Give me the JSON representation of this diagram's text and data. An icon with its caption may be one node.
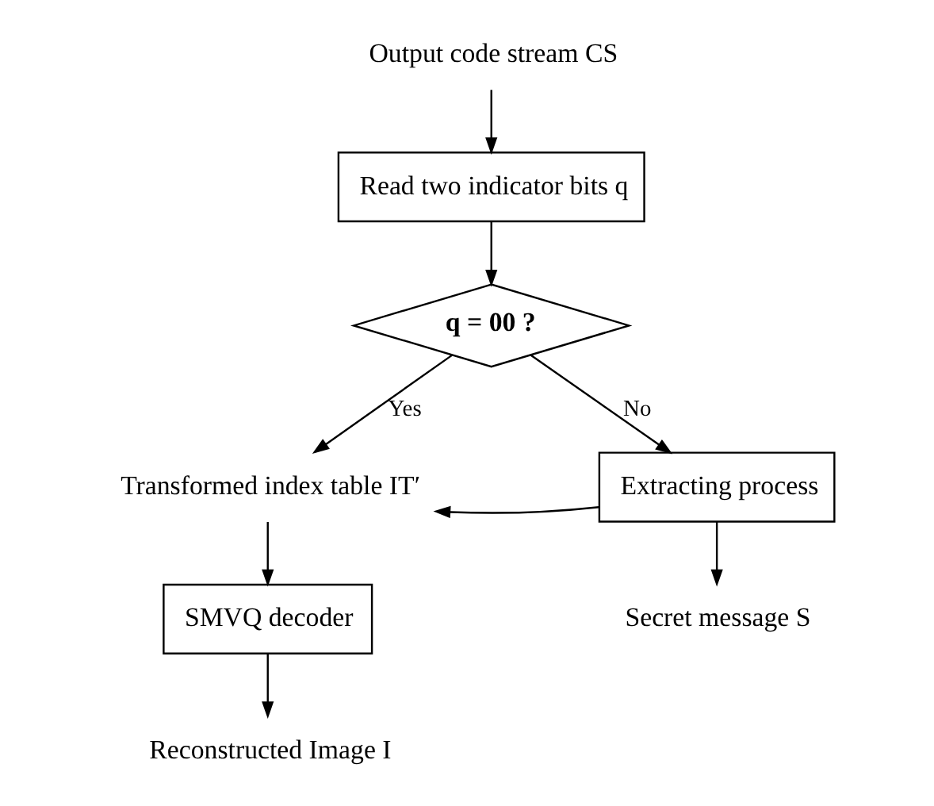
{
  "diagram": {
    "nodes": [
      {
        "text": [
          "Output code stream CS"
        ]
      },
      {
        "text": [
          "Read two indicator bits q"
        ]
      },
      {
        "text": [
          "q = 00 ?"
        ]
      },
      {
        "text": [
          "Transformed index table IT′"
        ]
      },
      {
        "text": [
          "Extracting process"
        ]
      },
      {
        "text": [
          "SMVQ decoder"
        ]
      },
      {
        "text": [
          "Reconstructed Image I"
        ]
      },
      {
        "text": [
          "Secret message S"
        ]
      }
    ],
    "edges": [
      {
        "from": 0,
        "to": 1,
        "arrow": "to"
      },
      {
        "from": 1,
        "to": 2,
        "arrow": "to"
      },
      {
        "from": 2,
        "to": 3,
        "arrow": "to",
        "label": "Yes"
      },
      {
        "from": 2,
        "to": 4,
        "arrow": "to",
        "label": "No"
      },
      {
        "from": 4,
        "to": 3,
        "arrow": "to"
      },
      {
        "from": 3,
        "to": 5,
        "arrow": "to"
      },
      {
        "from": 5,
        "to": 6,
        "arrow": "to"
      },
      {
        "from": 4,
        "to": 7,
        "arrow": "to"
      }
    ]
  }
}
